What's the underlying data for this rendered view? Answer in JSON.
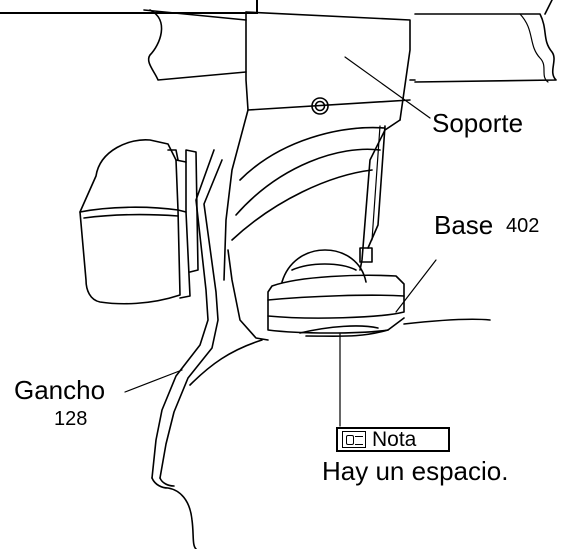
{
  "labels": {
    "soporte": "Soporte",
    "base": "Base",
    "base_number": "402",
    "gancho": "Gancho",
    "gancho_number": "128",
    "note_label": "Nota",
    "note_text": "Hay un espacio."
  },
  "icons": {
    "note": "pointing-hand-note-icon"
  }
}
